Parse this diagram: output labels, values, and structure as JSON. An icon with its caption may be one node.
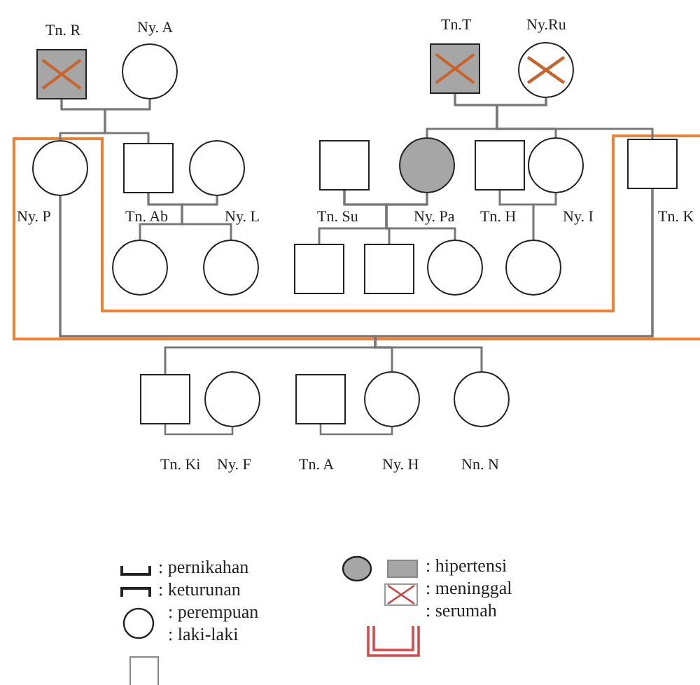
{
  "diagram": {
    "nodes": [
      {
        "text": [
          "Tn. R"
        ]
      },
      {
        "text": [
          "Ny. A"
        ]
      },
      {
        "text": [
          "Tn.T"
        ]
      },
      {
        "text": [
          "Ny.Ru"
        ]
      },
      {
        "text": [
          "Ny. P"
        ]
      },
      {
        "text": [
          "Tn. Ab"
        ]
      },
      {
        "text": [
          "Ny. L"
        ]
      },
      {
        "text": [
          "Tn. Su"
        ]
      },
      {
        "text": [
          "Ny. Pa"
        ]
      },
      {
        "text": [
          "Tn. H"
        ]
      },
      {
        "text": [
          "Ny. I"
        ]
      },
      {
        "text": [
          "Tn. K"
        ]
      },
      {
        "text": [],
        "shape": "circle"
      },
      {
        "text": [],
        "shape": "circle"
      },
      {
        "text": [],
        "shape": "box"
      },
      {
        "text": [],
        "shape": "box"
      },
      {
        "text": [],
        "shape": "circle"
      },
      {
        "text": [],
        "shape": "circle"
      },
      {
        "text": [
          "Tn. Ki"
        ]
      },
      {
        "text": [
          "Ny. F"
        ]
      },
      {
        "text": [
          "Tn. A"
        ]
      },
      {
        "text": [
          "Ny. H"
        ]
      },
      {
        "text": [
          "Nn. N"
        ]
      }
    ],
    "edges": [
      {
        "from": 0,
        "to": 1,
        "arrow": "none"
      },
      {
        "from": 2,
        "to": 3,
        "arrow": "none"
      },
      {
        "from": 0,
        "to": 4,
        "arrow": "none"
      },
      {
        "from": 1,
        "to": 4,
        "arrow": "none"
      },
      {
        "from": 0,
        "to": 5,
        "arrow": "none"
      },
      {
        "from": 1,
        "to": 5,
        "arrow": "none"
      },
      {
        "from": 2,
        "to": 8,
        "arrow": "none"
      },
      {
        "from": 3,
        "to": 8,
        "arrow": "none"
      },
      {
        "from": 2,
        "to": 10,
        "arrow": "none"
      },
      {
        "from": 3,
        "to": 10,
        "arrow": "none"
      },
      {
        "from": 2,
        "to": 11,
        "arrow": "none"
      },
      {
        "from": 3,
        "to": 11,
        "arrow": "none"
      },
      {
        "from": 5,
        "to": 6,
        "arrow": "none"
      },
      {
        "from": 7,
        "to": 8,
        "arrow": "none"
      },
      {
        "from": 9,
        "to": 10,
        "arrow": "none"
      },
      {
        "from": 4,
        "to": 11,
        "arrow": "none"
      },
      {
        "from": 5,
        "to": 12,
        "arrow": "none"
      },
      {
        "from": 6,
        "to": 12,
        "arrow": "none"
      },
      {
        "from": 5,
        "to": 13,
        "arrow": "none"
      },
      {
        "from": 6,
        "to": 13,
        "arrow": "none"
      },
      {
        "from": 7,
        "to": 14,
        "arrow": "none"
      },
      {
        "from": 8,
        "to": 14,
        "arrow": "none"
      },
      {
        "from": 7,
        "to": 15,
        "arrow": "none"
      },
      {
        "from": 8,
        "to": 15,
        "arrow": "none"
      },
      {
        "from": 7,
        "to": 16,
        "arrow": "none"
      },
      {
        "from": 8,
        "to": 16,
        "arrow": "none"
      },
      {
        "from": 9,
        "to": 17,
        "arrow": "none"
      },
      {
        "from": 10,
        "to": 17,
        "arrow": "none"
      },
      {
        "from": 4,
        "to": 18,
        "arrow": "none"
      },
      {
        "from": 11,
        "to": 18,
        "arrow": "none"
      },
      {
        "from": 4,
        "to": 21,
        "arrow": "none"
      },
      {
        "from": 11,
        "to": 21,
        "arrow": "none"
      },
      {
        "from": 4,
        "to": 22,
        "arrow": "none"
      },
      {
        "from": 11,
        "to": 22,
        "arrow": "none"
      },
      {
        "from": 18,
        "to": 19,
        "arrow": "none"
      },
      {
        "from": 20,
        "to": 21,
        "arrow": "none"
      }
    ],
    "legend": [
      {
        "text": ": pernikahan"
      },
      {
        "text": ": keturunan"
      },
      {
        "text": ": perempuan"
      },
      {
        "text": ": laki-laki"
      },
      {
        "text": ": hipertensi",
        "color": "#a6a6a6"
      },
      {
        "text": ": meninggal"
      },
      {
        "text": ": serumah"
      }
    ]
  }
}
